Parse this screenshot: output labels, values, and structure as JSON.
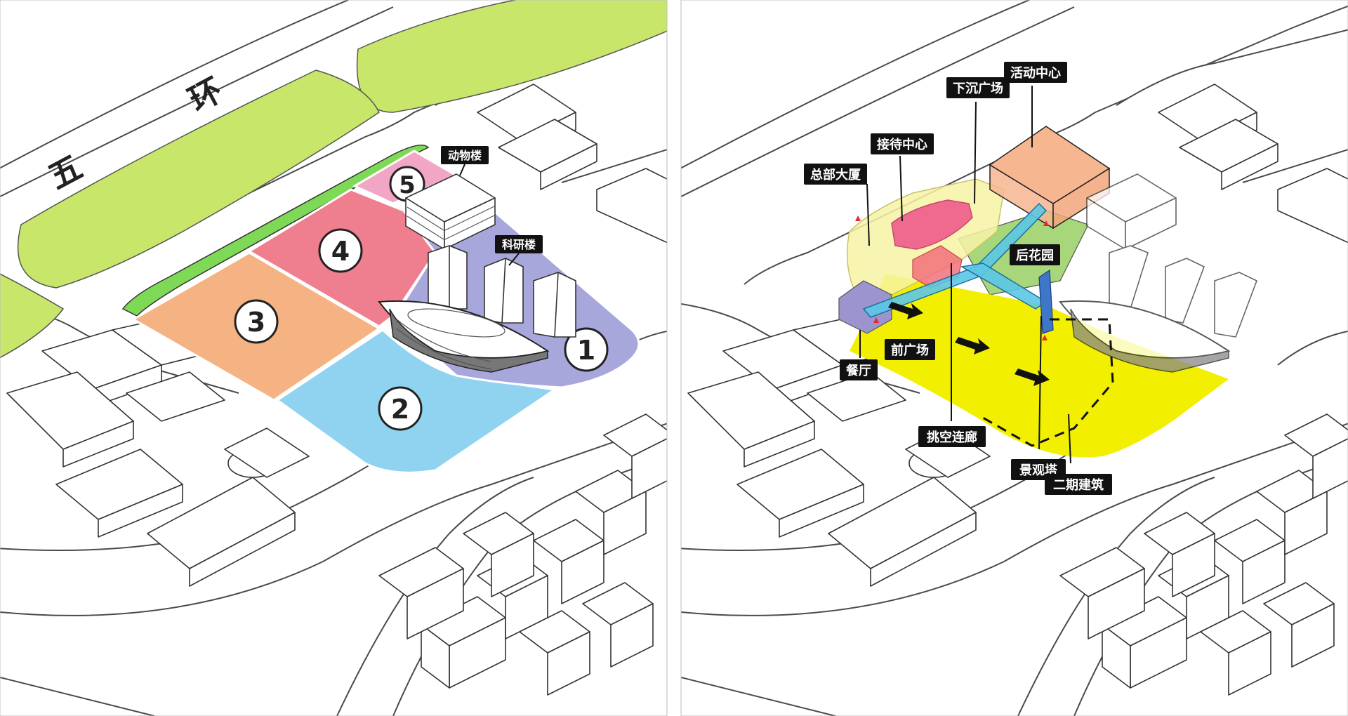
{
  "left_panel": {
    "road_name": "五环",
    "road_chars": [
      "五",
      "环"
    ],
    "labels": {
      "animal_building": "动物楼",
      "research_building": "科研楼"
    },
    "zones": [
      {
        "num": "1",
        "color": "#a8a7dc"
      },
      {
        "num": "2",
        "color": "#8fd3f0"
      },
      {
        "num": "3",
        "color": "#f5b283"
      },
      {
        "num": "4",
        "color": "#ef7f8f"
      },
      {
        "num": "5",
        "color": "#f2a6c6"
      }
    ],
    "colors": {
      "green_belt": "#c8e66a",
      "green_strip": "#7ed957"
    }
  },
  "right_panel": {
    "labels": {
      "activity_center": "活动中心",
      "sunken_plaza": "下沉广场",
      "reception_center": "接待中心",
      "hq_tower": "总部大厦",
      "back_garden": "后花园",
      "front_plaza": "前广场",
      "restaurant": "餐厅",
      "skybridge": "挑空连廊",
      "landscape_tower": "景观塔",
      "phase_two": "二期建筑"
    },
    "colors": {
      "front_plaza": "#f2f000",
      "hq_tower": "#f7f3a6",
      "reception_center": "#f06a8f",
      "activity_center": "#f6b690",
      "back_garden": "#a8d67a",
      "skybridge": "#5cc6e6",
      "restaurant": "#9b94cf",
      "tower": "#3e76c9"
    }
  }
}
